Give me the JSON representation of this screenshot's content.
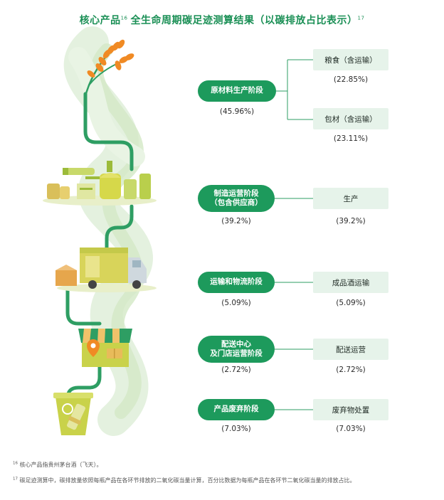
{
  "title": {
    "text": "核心产品",
    "ref1": "16",
    "text2": "全生命周期碳足迹测算结果（以碳排放占比表示）",
    "ref2": "17"
  },
  "stages": [
    {
      "id": "raw",
      "label_lines": [
        "原材料生产阶段"
      ],
      "percent": "(45.96%)",
      "subs": [
        {
          "label": "粮食（含运输）",
          "percent": "(22.85%)"
        },
        {
          "label": "包材（含运输）",
          "percent": "(23.11%)"
        }
      ]
    },
    {
      "id": "manufacture",
      "label_lines": [
        "制造运营阶段",
        "（包含供应商）"
      ],
      "percent": "(39.2%)",
      "subs": [
        {
          "label": "生产",
          "percent": "(39.2%)"
        }
      ]
    },
    {
      "id": "transport",
      "label_lines": [
        "运输和物流阶段"
      ],
      "percent": "(5.09%)",
      "subs": [
        {
          "label": "成品酒运输",
          "percent": "(5.09%)"
        }
      ]
    },
    {
      "id": "distribution",
      "label_lines": [
        "配送中心",
        "及门店运营阶段"
      ],
      "percent": "(2.72%)",
      "subs": [
        {
          "label": "配送运营",
          "percent": "(2.72%)"
        }
      ]
    },
    {
      "id": "disposal",
      "label_lines": [
        "产品废弃阶段"
      ],
      "percent": "(7.03%)",
      "subs": [
        {
          "label": "废弃物处置",
          "percent": "(7.03%)"
        }
      ]
    }
  ],
  "footnotes": [
    {
      "ref": "16",
      "text": "核心产品指贵州茅台酒（飞天）。"
    },
    {
      "ref": "17",
      "text": "碳足迹测算中，碳排放量依照每瓶产品在各环节排放的二氧化碳当量计算，百分比数据为每瓶产品在各环节二氧化碳当量的排放占比。"
    }
  ],
  "icons": [
    "wheat-icon",
    "factory-icon",
    "truck-icon",
    "store-icon",
    "recycle-bin-icon"
  ],
  "colors": {
    "title": "#1a8f55",
    "stage_pill": "#1d9a5c",
    "sub_box": "#e6f3ea",
    "connector": "#2e9e63",
    "wheat": "#f08a24"
  }
}
